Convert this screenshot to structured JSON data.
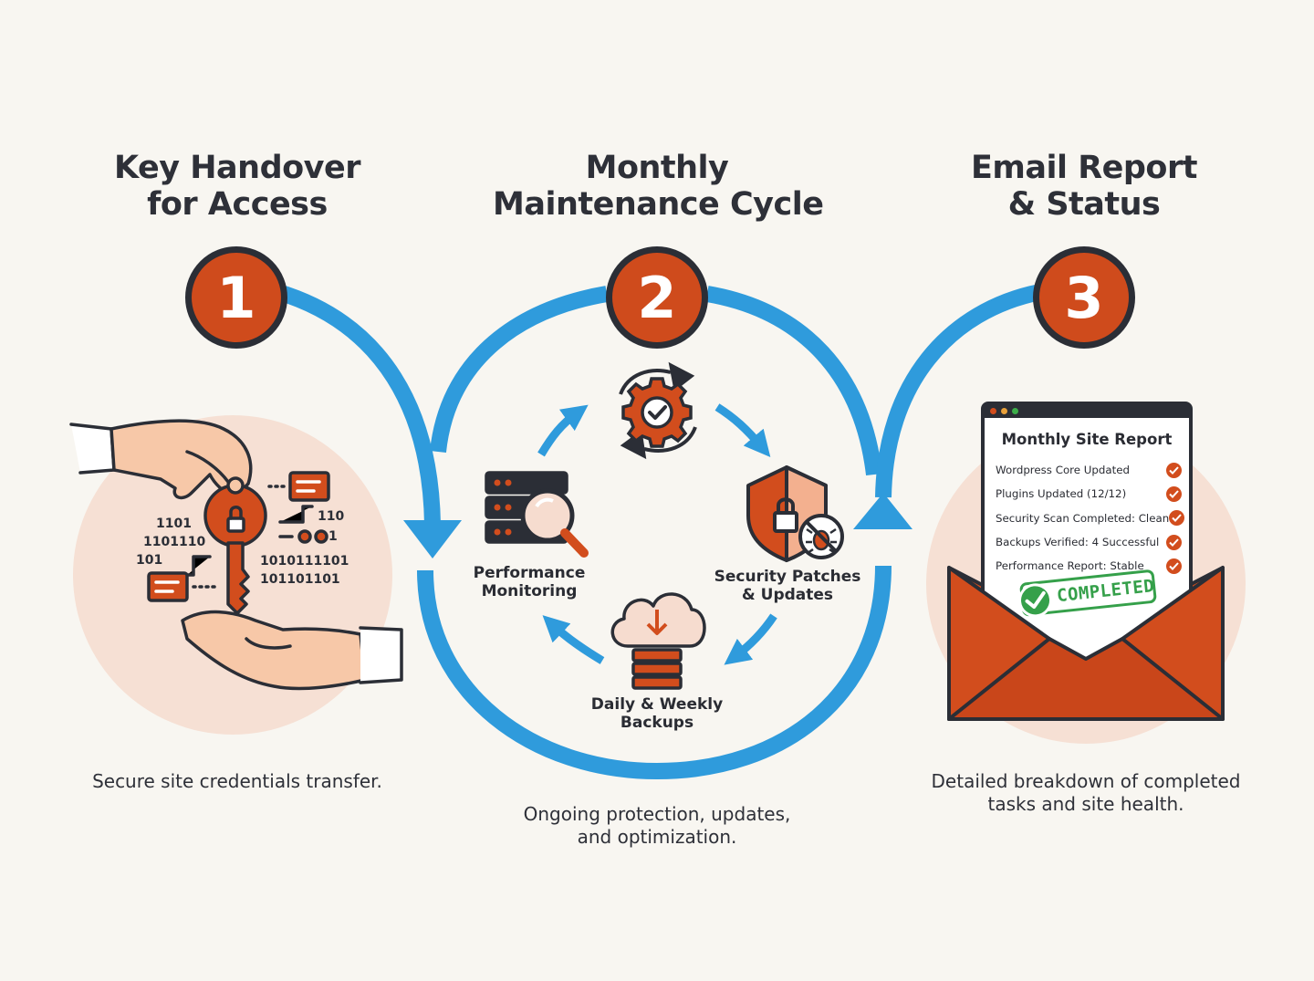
{
  "steps": [
    {
      "number": "1",
      "title_lines": [
        "Key Handover",
        "for Access"
      ],
      "caption_lines": [
        "Secure site credentials transfer."
      ]
    },
    {
      "number": "2",
      "title_lines": [
        "Monthly",
        "Maintenance Cycle"
      ],
      "caption_lines": [
        "Ongoing protection, updates,",
        "and optimization."
      ]
    },
    {
      "number": "3",
      "title_lines": [
        "Email Report",
        "& Status"
      ],
      "caption_lines": [
        "Detailed breakdown of completed",
        "tasks and site health."
      ]
    }
  ],
  "binary_text": [
    "1101",
    "1101110",
    "101",
    "110",
    "1",
    "1010111101",
    "101101101"
  ],
  "cycle": {
    "performance": [
      "Performance",
      "Monitoring"
    ],
    "security": [
      "Security Patches",
      "& Updates"
    ],
    "backups": [
      "Daily & Weekly",
      "Backups"
    ]
  },
  "report": {
    "title": "Monthly Site Report",
    "items": [
      "Wordpress Core Updated",
      "Plugins Updated (12/12)",
      "Security Scan Completed: Clean",
      "Backups Verified: 4 Successful",
      "Performance Report: Stable"
    ],
    "stamp": "COMPLETED"
  },
  "icons": [
    "hands-key-icon",
    "lock-icon",
    "gear-check-icon",
    "server-magnifier-icon",
    "shield-bug-icon",
    "cloud-server-icon",
    "envelope-icon",
    "check-icon"
  ],
  "colors": {
    "accent": "#cf4b1c",
    "flow": "#2f9bdc",
    "dark": "#2b2e36",
    "peach": "#f6dccf",
    "stamp": "#35a04a",
    "background": "#f8f6f1"
  }
}
